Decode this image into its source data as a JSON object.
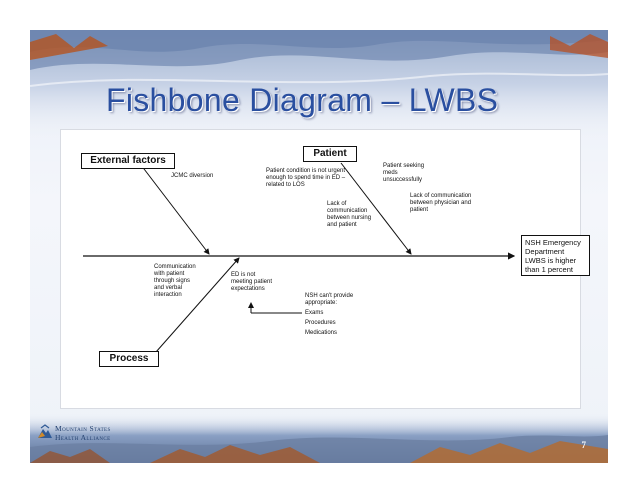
{
  "slide": {
    "title": "Fishbone Diagram – LWBS",
    "page_number": "7"
  },
  "logo": {
    "text": "Mountain States\nHealth Alliance"
  },
  "diagram": {
    "categories": {
      "external": "External factors",
      "patient": "Patient",
      "process": "Process"
    },
    "effect": "NSH Emergency\nDepartment\nLWBS is higher\nthan 1 percent",
    "causes": {
      "jcmc": "JCMC diversion",
      "condition": "Patient condition is not urgent\nenough to spend time in ED –\nrelated to LOS",
      "seeking": "Patient seeking\nmeds\nunsuccessfully",
      "lack_nursing": "Lack of\ncommunication\nbetween nursing\nand patient",
      "lack_physician": "Lack of communication\nbetween physician and\npatient",
      "communication": "Communication\nwith patient\nthrough signs\nand verbal\ninteraction",
      "expectations": "ED is not\nmeeting patient\nexpectations",
      "nsh_provide": "NSH can't provide\nappropriate:",
      "exams": "Exams",
      "procedures": "Procedures",
      "medications": "Medications"
    }
  },
  "colors": {
    "title": "#2a4fa0",
    "background": "#eef2f8",
    "line": "#111111"
  }
}
